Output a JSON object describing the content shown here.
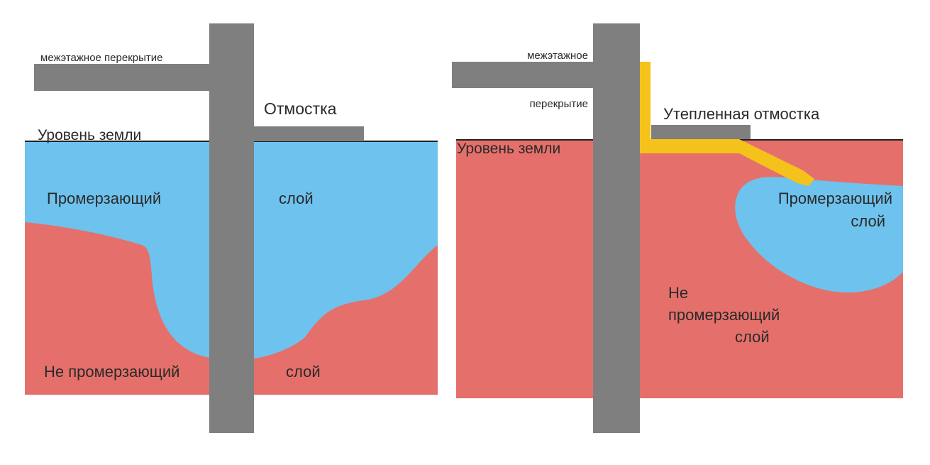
{
  "colors": {
    "frozen_soil": "#6ec2ee",
    "unfrozen_soil": "#e5706b",
    "concrete": "#7f7f7f",
    "insulation": "#f5c21b",
    "ground_line": "#222222",
    "label": "#2a2a2a",
    "background": "#ffffff"
  },
  "left_panel": {
    "floor_label": "межэтажное перекрытие",
    "blind_area_label": "Отмостка",
    "ground_label": "Уровень земли",
    "frozen_label_left": "Промерзающий",
    "frozen_label_right": "слой",
    "unfrozen_label_left": "Не промерзающий",
    "unfrozen_label_right": "слой"
  },
  "right_panel": {
    "floor_label_top": "межэтажное",
    "floor_label_bottom": "перекрытие",
    "blind_area_label": "Утепленная отмостка",
    "ground_label": "Уровень земли",
    "frozen_label_line1": "Промерзающий",
    "frozen_label_line2": "слой",
    "unfrozen_label_line1": "Не",
    "unfrozen_label_line2": "промерзающий",
    "unfrozen_label_line3": "слой"
  }
}
